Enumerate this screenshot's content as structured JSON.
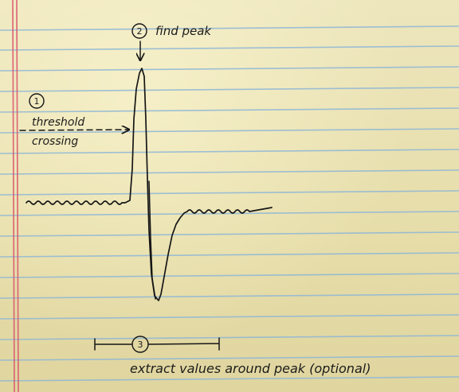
{
  "diagram": {
    "steps": [
      {
        "number": "1",
        "label_lines": [
          "threshold",
          "crossing"
        ]
      },
      {
        "number": "2",
        "label": "find peak"
      },
      {
        "number": "3",
        "label": "extract values around peak (optional)"
      }
    ]
  }
}
